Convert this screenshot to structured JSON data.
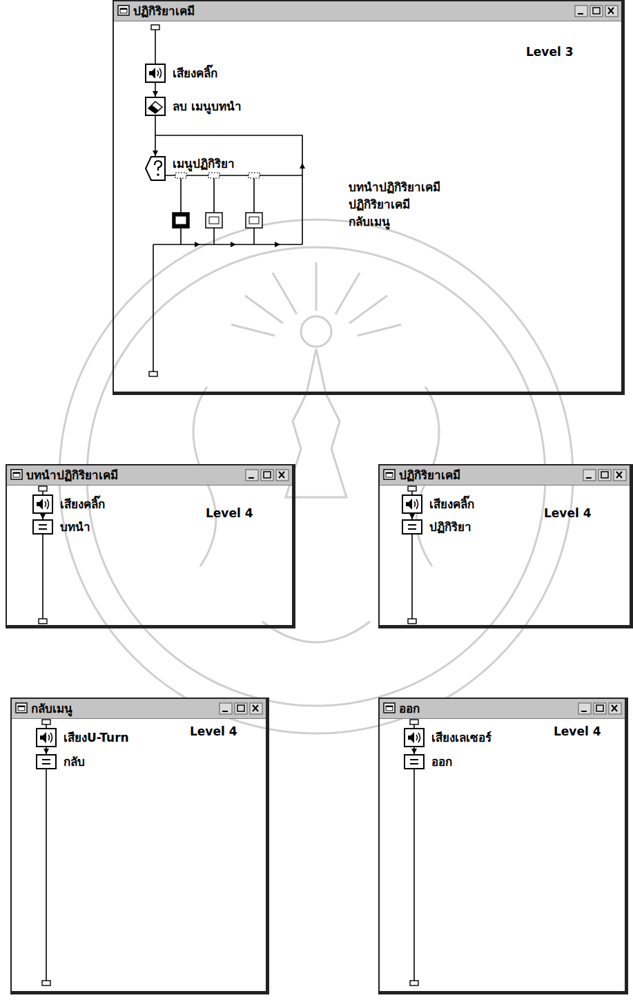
{
  "diagram": {
    "nodes": [
      {
        "text": [
          "ปฏิกิริยาเคมี",
          "Level 3"
        ]
      },
      {
        "text": [
          "เสียงคลิ๊ก"
        ],
        "in": 0
      },
      {
        "text": [
          "ลบ เมนูบทนำ"
        ],
        "in": 0
      },
      {
        "text": [
          "เมนูปฏิกิริยา"
        ],
        "in": 0
      },
      {
        "text": [
          "บทนำปฏิกิริยาเคมี",
          "Level 4"
        ]
      },
      {
        "text": [
          "เสียงคลิ๊ก"
        ],
        "in": 4
      },
      {
        "text": [
          "บทนำ"
        ],
        "in": 4
      },
      {
        "text": [
          "ปฏิกิริยาเคมี",
          "Level 4"
        ]
      },
      {
        "text": [
          "เสียงคลิ๊ก"
        ],
        "in": 7
      },
      {
        "text": [
          "ปฏิกิริยา"
        ],
        "in": 7
      },
      {
        "text": [
          "กลับเมนู",
          "Level 4"
        ]
      },
      {
        "text": [
          "เสียงU-Turn"
        ],
        "in": 10
      },
      {
        "text": [
          "กลับ"
        ],
        "in": 10
      },
      {
        "text": [
          "ออก",
          "Level 4"
        ]
      },
      {
        "text": [
          "เสียงเลเซอร์"
        ],
        "in": 13
      },
      {
        "text": [
          "ออก"
        ],
        "in": 13
      }
    ],
    "edges": [
      {
        "from": 1,
        "to": 2,
        "arrow": "to"
      },
      {
        "from": 2,
        "to": 3,
        "arrow": "to"
      },
      {
        "from": 5,
        "to": 6,
        "arrow": "to"
      },
      {
        "from": 8,
        "to": 9,
        "arrow": "to"
      },
      {
        "from": 11,
        "to": 12,
        "arrow": "to"
      },
      {
        "from": 14,
        "to": 15,
        "arrow": "to"
      }
    ],
    "labels": [
      "บทนำปฏิกิริยาเคมี",
      "ปฏิกิริยาเคมี",
      "กลับเมนู"
    ]
  }
}
